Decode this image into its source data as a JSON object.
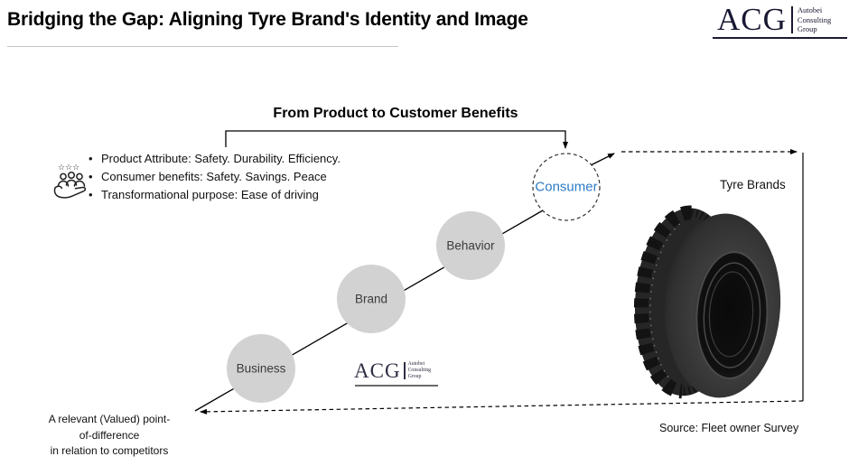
{
  "header": {
    "title": "Bridging the Gap: Aligning Tyre Brand's Identity and Image"
  },
  "logo": {
    "acronym": "ACG",
    "word1": "Autobei",
    "word2": "Consulting",
    "word3": "Group"
  },
  "funnel": {
    "heading": "From Product to Customer Benefits",
    "bullets": [
      "Product Attribute: Safety. Durability. Efficiency.",
      "Consumer benefits: Safety. Savings. Peace",
      "Transformational purpose: Ease of driving"
    ],
    "steps": [
      {
        "label": "Business"
      },
      {
        "label": "Brand"
      },
      {
        "label": "Behavior"
      },
      {
        "label": "Consumer"
      }
    ],
    "right_label": "Tyre Brands",
    "caption_line1": "A relevant (Valued)  point-",
    "caption_line2": "of-difference",
    "caption_line3": "in relation to competitors",
    "source": "Source: Fleet owner Survey"
  },
  "icons": {
    "customers": "people-in-hand-icon",
    "stars": "☆☆☆",
    "tyre": "truck-tyre-photo"
  },
  "colors": {
    "step_fill": "#d2d2d2",
    "consumer_text": "#2E7BC4",
    "logo_ink": "#181833",
    "line": "#000000"
  }
}
